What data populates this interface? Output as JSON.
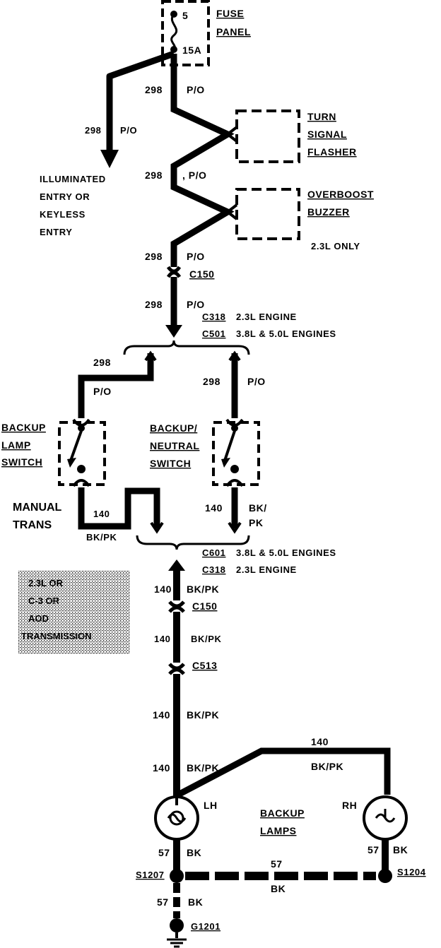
{
  "fuse": {
    "title_1": "FUSE",
    "title_2": "PANEL",
    "num": "5",
    "rating": "15A"
  },
  "circuits": {
    "c298": "298",
    "po": "P/O",
    "po_comma": ", P/O",
    "c140": "140",
    "bkpk": "BK/PK",
    "bk_slash": "BK/",
    "pk": "PK",
    "c57": "57",
    "bk": "BK"
  },
  "illuminated": {
    "line1": "ILLUMINATED",
    "line2": "ENTRY OR",
    "line3": "KEYLESS",
    "line4": "ENTRY"
  },
  "turn_signal": {
    "line1": "TURN",
    "line2": "SIGNAL",
    "line3": "FLASHER"
  },
  "overboost": {
    "line1": "OVERBOOST",
    "line2": "BUZZER",
    "note": "2.3L ONLY"
  },
  "connectors": {
    "c150": "C150",
    "c318": "C318",
    "c501": "C501",
    "c601": "C601",
    "c513": "C513",
    "engine_23": "2.3L ENGINE",
    "engines_38_50": "3.8L & 5.0L ENGINES"
  },
  "backup_lamp_switch": {
    "line1": "BACKUP",
    "line2": "LAMP",
    "line3": "SWITCH"
  },
  "backup_neutral_switch": {
    "line1": "BACKUP/",
    "line2": "NEUTRAL",
    "line3": "SWITCH"
  },
  "manual_trans": {
    "line1": "MANUAL",
    "line2": "TRANS"
  },
  "shaded_note": {
    "line1": "2.3L OR",
    "line2": "C-3 OR",
    "line3": "AOD",
    "line4": "TRANSMISSION"
  },
  "lamps": {
    "lh": "LH",
    "rh": "RH",
    "title1": "BACKUP",
    "title2": "LAMPS"
  },
  "splices": {
    "s1207": "S1207",
    "s1204": "S1204",
    "g1201": "G1201"
  }
}
